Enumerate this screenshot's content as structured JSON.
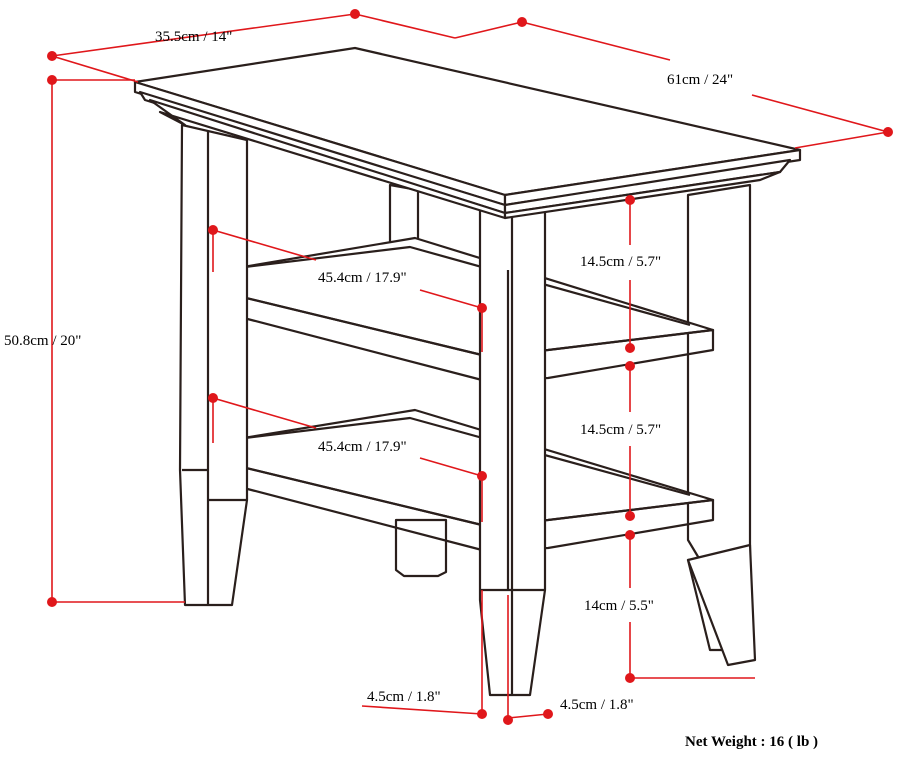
{
  "diagram": {
    "dimensions": {
      "top_width": "35.5cm / 14\"",
      "top_depth": "61cm / 24\"",
      "total_height": "50.8cm / 20\"",
      "upper_shelf_depth": "45.4cm / 17.9\"",
      "lower_shelf_depth": "45.4cm / 17.9\"",
      "upper_gap": "14.5cm / 5.7\"",
      "middle_gap": "14.5cm / 5.7\"",
      "floor_clearance": "14cm / 5.5\"",
      "leg_width": "4.5cm / 1.8\"",
      "leg_depth": "4.5cm / 1.8\""
    },
    "net_weight": "Net Weight : 16 ( lb )",
    "accent_color": "#e0171b",
    "line_color": "#2a1f1c"
  }
}
